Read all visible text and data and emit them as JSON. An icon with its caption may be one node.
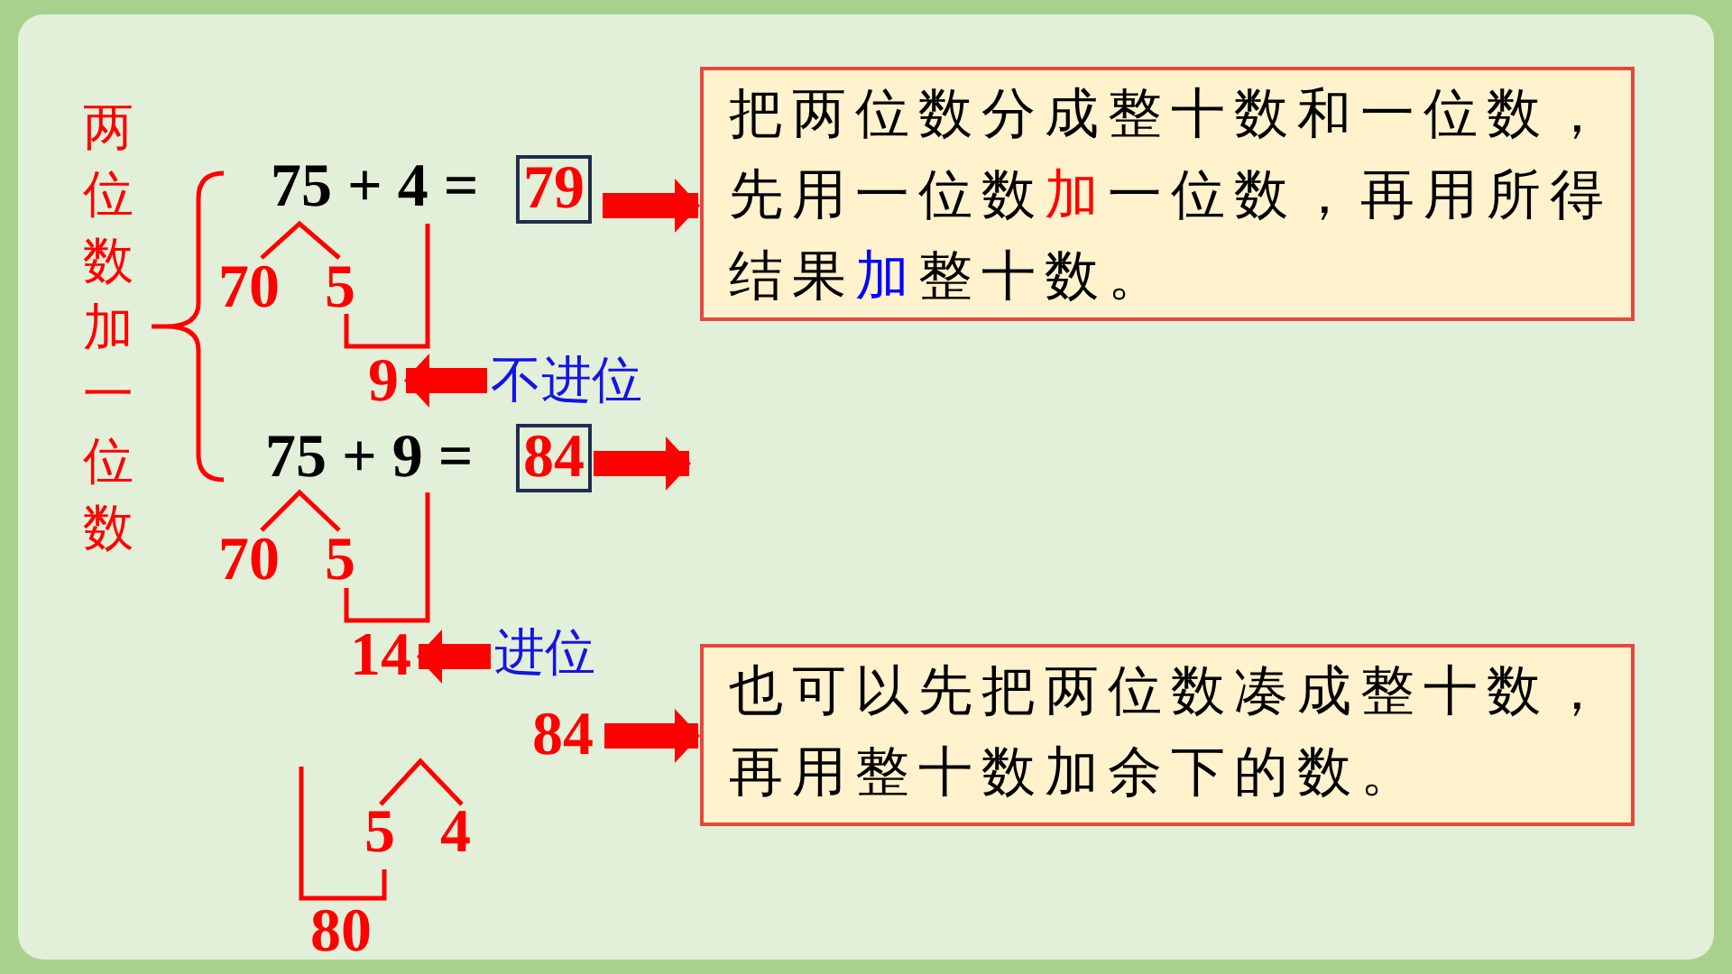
{
  "diagram": {
    "nodes": [
      {
        "text": [
          "两位数加一位数"
        ]
      },
      {
        "text": [
          "79"
        ]
      },
      {
        "text": [
          "84"
        ]
      },
      {
        "text": [
          "把两位数分成整十数和一位数，先用一位数**加**一位数，再用所得结果**加**整十数。"
        ]
      },
      {
        "text": [
          "9"
        ]
      },
      {
        "text": [
          "不进位"
        ]
      },
      {
        "text": [
          "14"
        ]
      },
      {
        "text": [
          "进位"
        ]
      },
      {
        "text": [
          "84"
        ]
      },
      {
        "text": [
          "也可以先把两位数凑成整十数，再用整十数加余下的数。"
        ]
      }
    ],
    "edges": [
      {
        "from": 1,
        "to": 3,
        "arrow": "to"
      },
      {
        "from": 2,
        "to": null,
        "arrow": "to"
      },
      {
        "from": 5,
        "to": 4,
        "arrow": "to"
      },
      {
        "from": 7,
        "to": 6,
        "arrow": "to"
      },
      {
        "from": 8,
        "to": 9,
        "arrow": "to"
      }
    ],
    "labels": [
      "75 + 4 =",
      "70",
      "5",
      "75 + 9 =",
      "70",
      "5",
      "5",
      "4",
      "80"
    ]
  }
}
